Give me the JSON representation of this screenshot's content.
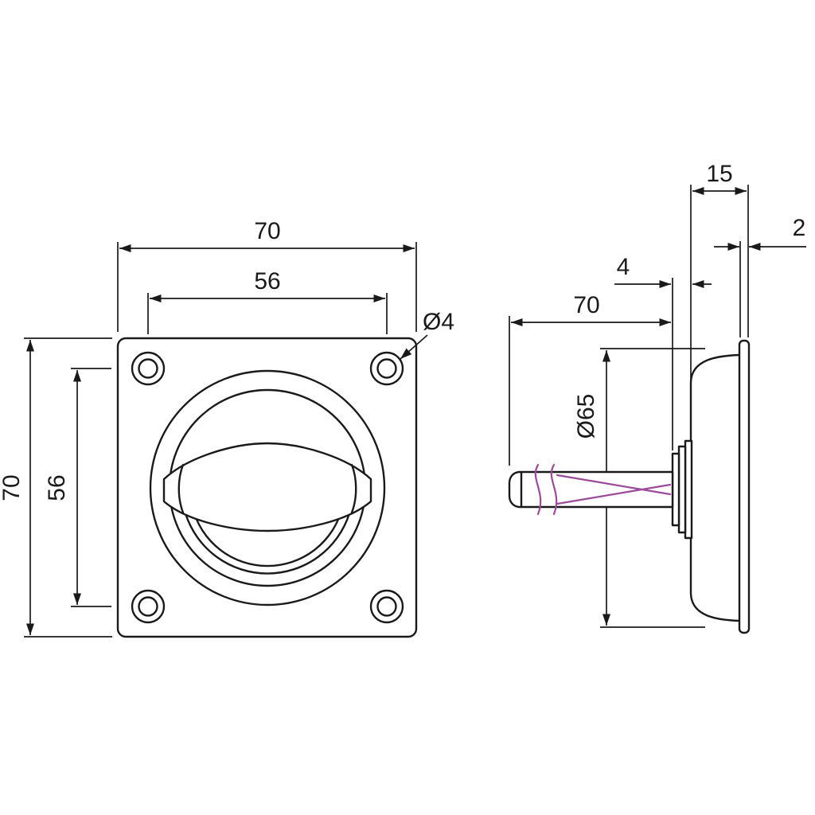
{
  "drawing": {
    "background": "#ffffff",
    "line_color": "#1a1a1a",
    "accent_color": "#9c4a9b",
    "front_view": {
      "plate_width": "70",
      "hole_spacing_horizontal": "56",
      "hole_diameter": "Ø4",
      "plate_height": "70",
      "hole_spacing_vertical": "56"
    },
    "side_view": {
      "cup_depth": "15",
      "plate_thickness": "2",
      "collar_projection": "4",
      "spindle_length": "70",
      "cup_diameter": "Ø65"
    }
  }
}
